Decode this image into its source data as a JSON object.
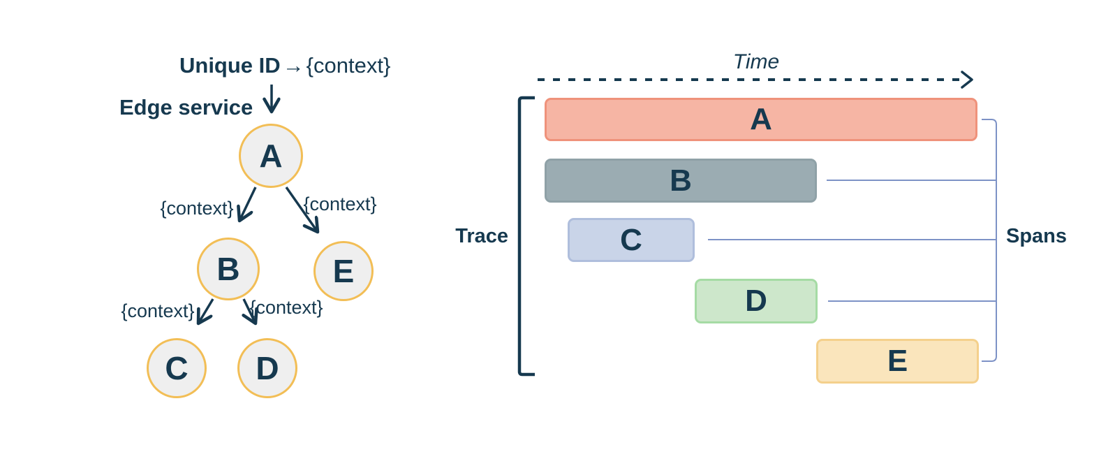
{
  "left_diagram": {
    "title_bold": "Unique ID",
    "title_arrow": "→",
    "title_context": "{context}",
    "edge_service_label": "Edge service",
    "nodes": [
      {
        "id": "A",
        "label": "A"
      },
      {
        "id": "B",
        "label": "B"
      },
      {
        "id": "E",
        "label": "E"
      },
      {
        "id": "C",
        "label": "C"
      },
      {
        "id": "D",
        "label": "D"
      }
    ],
    "edge_labels": {
      "a_to_b": "{context}",
      "a_to_e": "{context}",
      "b_to_c": "{context}",
      "b_to_d": "{context}"
    },
    "node_fill": "#EFEFEF",
    "node_border": "#F2BE56"
  },
  "right_diagram": {
    "time_label": "Time",
    "trace_label": "Trace",
    "spans_label": "Spans",
    "bars": [
      {
        "label": "A",
        "fill": "#F6B5A4",
        "border": "#EF927B"
      },
      {
        "label": "B",
        "fill": "#9BACB2",
        "border": "#8FA1A7"
      },
      {
        "label": "C",
        "fill": "#C9D4E8",
        "border": "#AFBEDC"
      },
      {
        "label": "D",
        "fill": "#CDE7CB",
        "border": "#A5DBA4"
      },
      {
        "label": "E",
        "fill": "#FAE5BC",
        "border": "#F4D08C"
      }
    ]
  },
  "colors": {
    "background": "#FFFFFF",
    "navy": "#16394F",
    "connector_blue": "#7D92C6"
  }
}
